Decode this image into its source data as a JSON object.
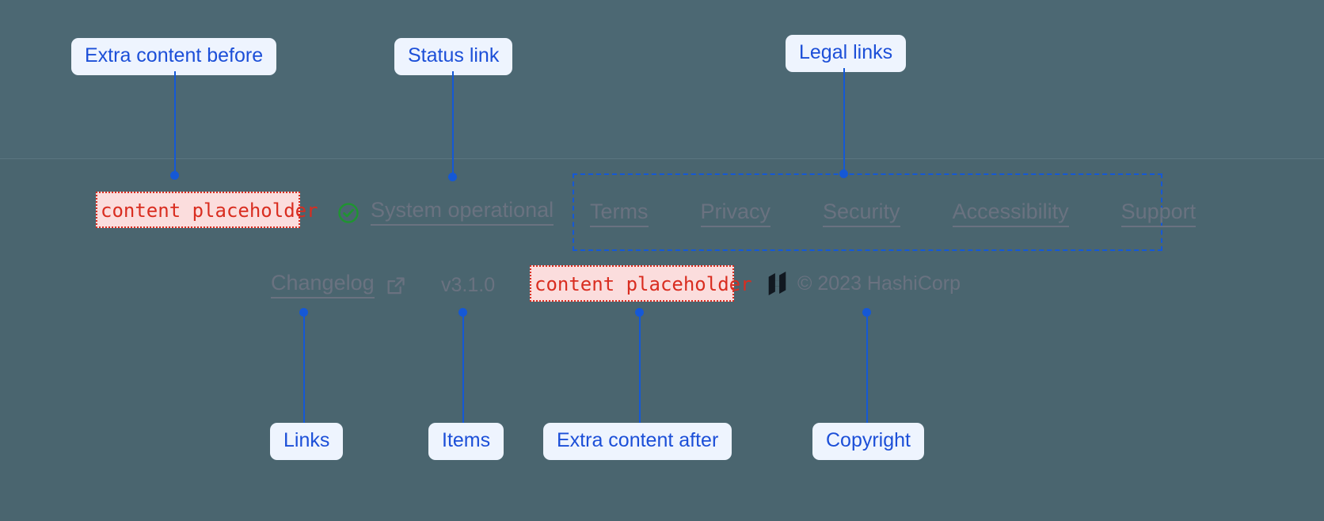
{
  "colors": {
    "background": "#4a656f",
    "background_top_band": "#4c6873",
    "annotation_blue": "#1558d6",
    "annotation_text": "#1c4fd8",
    "annotation_pill_bg": "#eef4fe",
    "placeholder_red": "#d92d20",
    "placeholder_bg": "#fbdddd",
    "footer_text": "#6a7280",
    "status_green": "#1f9431",
    "logo_black": "#111820"
  },
  "annotations": [
    {
      "id": "extra-content-before",
      "label": "Extra content before"
    },
    {
      "id": "status-link",
      "label": "Status link"
    },
    {
      "id": "legal-links",
      "label": "Legal links"
    },
    {
      "id": "links",
      "label": "Links"
    },
    {
      "id": "items",
      "label": "Items"
    },
    {
      "id": "extra-content-after",
      "label": "Extra content after"
    },
    {
      "id": "copyright",
      "label": "Copyright"
    }
  ],
  "footer": {
    "placeholder_before": {
      "text": "content placeholder",
      "icon": "dotted-box"
    },
    "placeholder_after": {
      "text": "content placeholder",
      "icon": "dotted-box"
    },
    "status": {
      "icon": "check-circle-icon",
      "label": "System operational"
    },
    "legal_links": [
      {
        "label": "Terms"
      },
      {
        "label": "Privacy"
      },
      {
        "label": "Security"
      },
      {
        "label": "Accessibility"
      },
      {
        "label": "Support"
      }
    ],
    "changelog": {
      "label": "Changelog",
      "icon": "external-link-icon"
    },
    "version": "v3.1.0",
    "copyright": {
      "logo": "hashicorp-logo",
      "text": "© 2023 HashiCorp"
    }
  }
}
